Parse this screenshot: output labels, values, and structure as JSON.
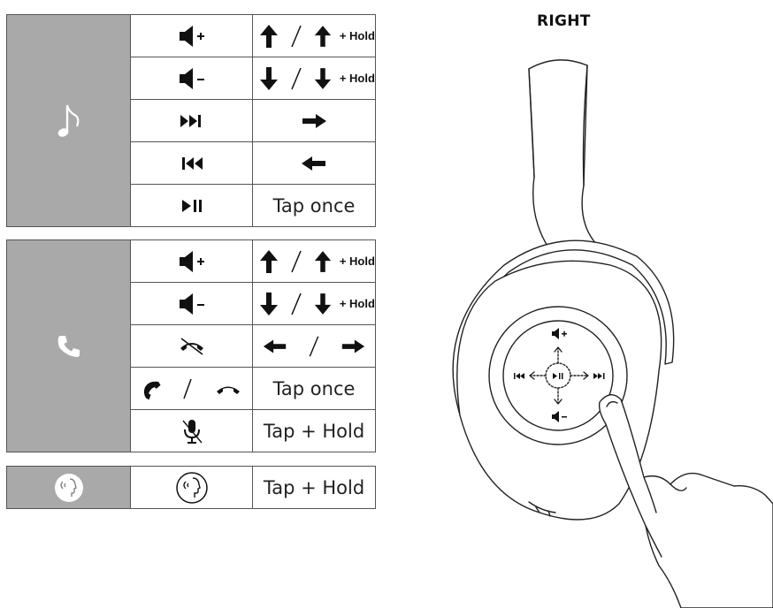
{
  "title": "RIGHT",
  "music_table": {
    "rows": [
      {
        "icon": "volume-up-icon",
        "action": "",
        "hold": "+ Hold"
      },
      {
        "icon": "volume-down-icon",
        "action": "",
        "hold": "+ Hold"
      },
      {
        "icon": "next-track-icon",
        "action": ""
      },
      {
        "icon": "previous-track-icon",
        "action": ""
      },
      {
        "icon": "play-pause-icon",
        "action": "Tap once"
      }
    ]
  },
  "call_table": {
    "rows": [
      {
        "icon": "volume-up-icon",
        "action": "",
        "hold": "+ Hold"
      },
      {
        "icon": "volume-down-icon",
        "action": "",
        "hold": "+ Hold"
      },
      {
        "icon": "reject-call-icon",
        "action": ""
      },
      {
        "icon": "answer-end-call-icon",
        "action": "Tap once"
      },
      {
        "icon": "mute-mic-icon",
        "action": "Tap + Hold"
      }
    ]
  },
  "assistant_table": {
    "rows": [
      {
        "icon": "voice-assistant-icon",
        "action": "Tap + Hold"
      }
    ]
  }
}
